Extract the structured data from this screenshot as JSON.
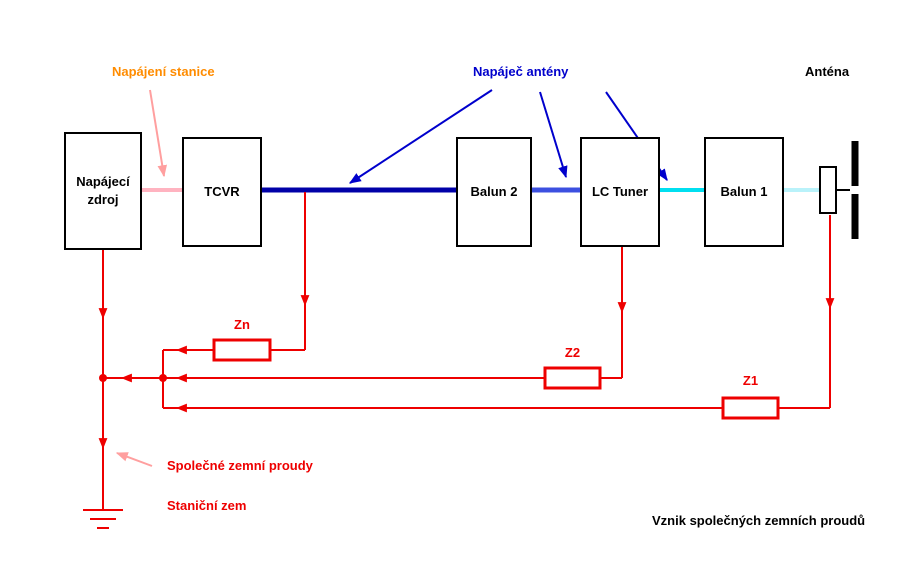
{
  "colors": {
    "red": "#ee0000",
    "pink_arrow": "#ff9f9f",
    "pink_feed": "#ffb3c0",
    "dark_blue": "#0000a8",
    "blue_label": "#0000cc",
    "mid_blue": "#3c50e0",
    "cyan": "#00dff0",
    "pale_cyan": "#b9f2fa",
    "orange": "#ff8c00",
    "black": "#000000",
    "white": "#ffffff"
  },
  "annotations": {
    "napajeni_stanice": "Napájení stanice",
    "napajec_anteny": "Napáječ antény",
    "antena": "Anténa",
    "spolecne_zemni_proudy": "Společné zemní proudy",
    "stanicni_zem": "Staniční zem",
    "vznik": "Vznik společných zemních proudů"
  },
  "blocks": {
    "zdroj": "Napájecí\nzdroj",
    "tcvr": "TCVR",
    "balun2": "Balun 2",
    "lc_tuner": "LC Tuner",
    "balun1": "Balun 1"
  },
  "impedances": {
    "zn": "Zn",
    "z2": "Z2",
    "z1": "Z1"
  }
}
